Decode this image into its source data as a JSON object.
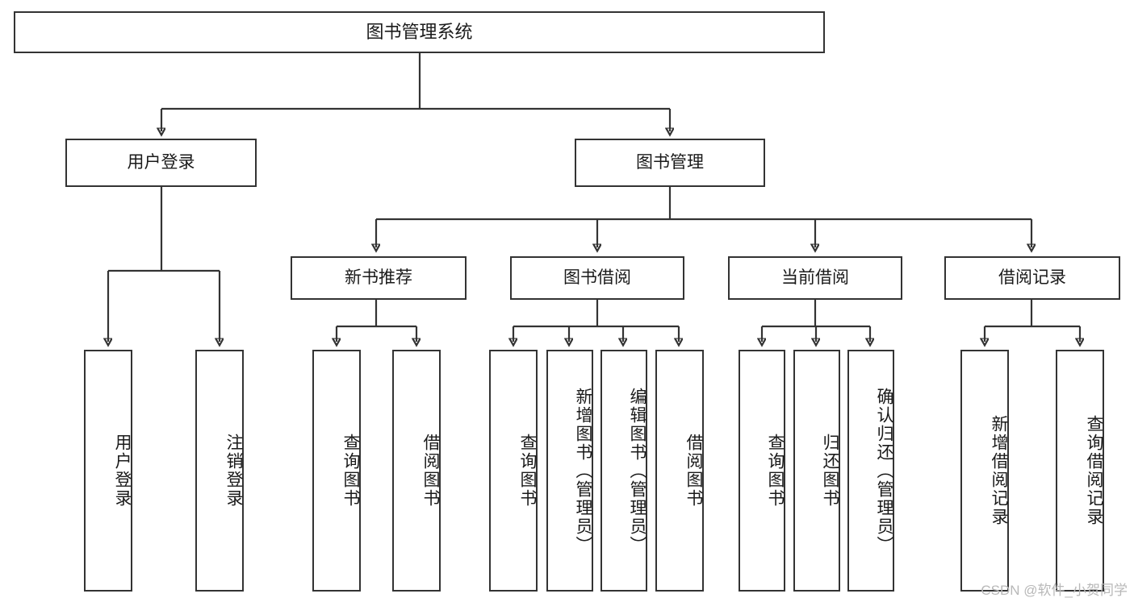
{
  "diagram": {
    "title": "图书管理系统",
    "watermark": "CSDN @软件_小贺同学",
    "colors": {
      "stroke": "#333333",
      "background": "#ffffff",
      "text": "#1a1a1a",
      "watermark": "#b8b8b8"
    },
    "nodes": {
      "root": {
        "label": "图书管理系统"
      },
      "level2": [
        {
          "id": "user-login",
          "label": "用户登录"
        },
        {
          "id": "book-manage",
          "label": "图书管理"
        }
      ],
      "level3": [
        {
          "id": "new-book-recommend",
          "label": "新书推荐"
        },
        {
          "id": "book-borrow",
          "label": "图书借阅"
        },
        {
          "id": "current-borrow",
          "label": "当前借阅"
        },
        {
          "id": "borrow-record",
          "label": "借阅记录"
        }
      ],
      "leaves": [
        {
          "id": "leaf-user-login",
          "label": "用户登录",
          "parent": "user-login"
        },
        {
          "id": "leaf-logout",
          "label": "注销登录",
          "parent": "user-login"
        },
        {
          "id": "leaf-query-book-1",
          "label": "查询图书",
          "parent": "new-book-recommend"
        },
        {
          "id": "leaf-borrow-book-1",
          "label": "借阅图书",
          "parent": "new-book-recommend"
        },
        {
          "id": "leaf-query-book-2",
          "label": "查询图书",
          "parent": "book-borrow"
        },
        {
          "id": "leaf-add-book",
          "label": "新增图书（管理员）",
          "parent": "book-borrow"
        },
        {
          "id": "leaf-edit-book",
          "label": "编辑图书（管理员）",
          "parent": "book-borrow"
        },
        {
          "id": "leaf-borrow-book-2",
          "label": "借阅图书",
          "parent": "book-borrow"
        },
        {
          "id": "leaf-query-book-3",
          "label": "查询图书",
          "parent": "current-borrow"
        },
        {
          "id": "leaf-return-book",
          "label": "归还图书",
          "parent": "current-borrow"
        },
        {
          "id": "leaf-confirm-return",
          "label": "确认归还（管理员）",
          "parent": "current-borrow"
        },
        {
          "id": "leaf-add-record",
          "label": "新增借阅记录",
          "parent": "borrow-record"
        },
        {
          "id": "leaf-query-record",
          "label": "查询借阅记录",
          "parent": "borrow-record"
        }
      ]
    }
  }
}
